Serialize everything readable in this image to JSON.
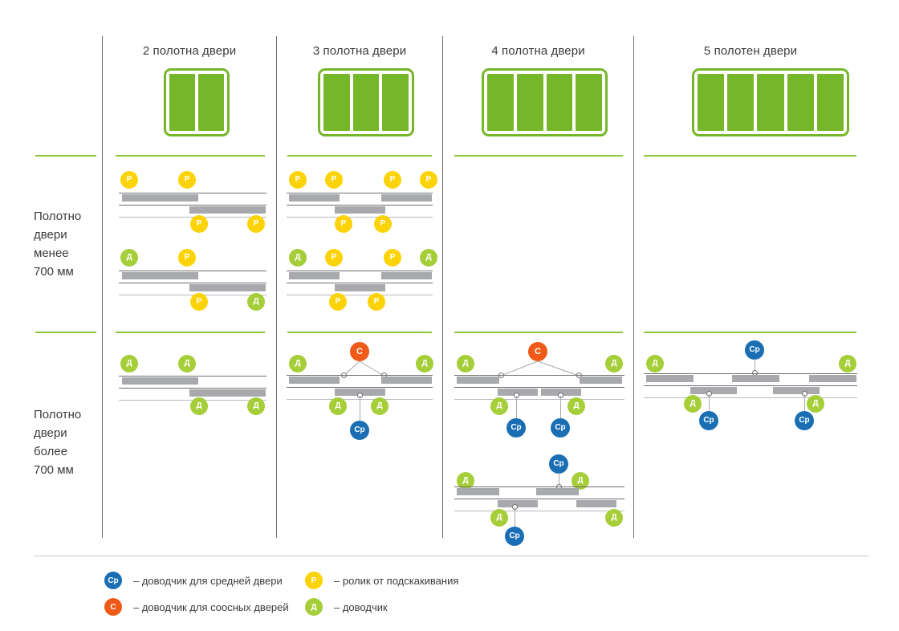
{
  "columns": [
    {
      "key": "c2",
      "title": "2 полотна двери",
      "panels": 2
    },
    {
      "key": "c3",
      "title": "3 полотна двери",
      "panels": 3
    },
    {
      "key": "c4",
      "title": "4 полотна двери",
      "panels": 4
    },
    {
      "key": "c5",
      "title": "5 полотен двери",
      "panels": 5
    }
  ],
  "rows": [
    {
      "key": "r1",
      "label": "Полотно\nдвери\nменее\n700 мм"
    },
    {
      "key": "r2",
      "label": "Полотно\nдвери\nболее\n700 мм"
    }
  ],
  "badge_labels": {
    "d": "Д",
    "p": "Р",
    "s": "С",
    "sr": "Ср"
  },
  "legend": [
    {
      "key": "sr",
      "symbol": "Ср",
      "color": "#1a6fb4",
      "text": "– доводчик для средней двери"
    },
    {
      "key": "p",
      "symbol": "Р",
      "color": "#fcd307",
      "text": "– ролик от подскакивания"
    },
    {
      "key": "s",
      "symbol": "С",
      "color": "#ef5a19",
      "text": "– доводчик для соосных дверей"
    },
    {
      "key": "d",
      "symbol": "Д",
      "color": "#a6ce39",
      "text": "– доводчик"
    }
  ],
  "colors": {
    "green": "#76b729",
    "green_sep": "#8cc63e",
    "badge_d": "#a6ce39",
    "badge_p": "#fcd307",
    "badge_s": "#ef5a19",
    "badge_sr": "#1a6fb4",
    "bar": "#a7a9ac",
    "rail": "#6d6e71",
    "text": "#3b3b3b"
  }
}
